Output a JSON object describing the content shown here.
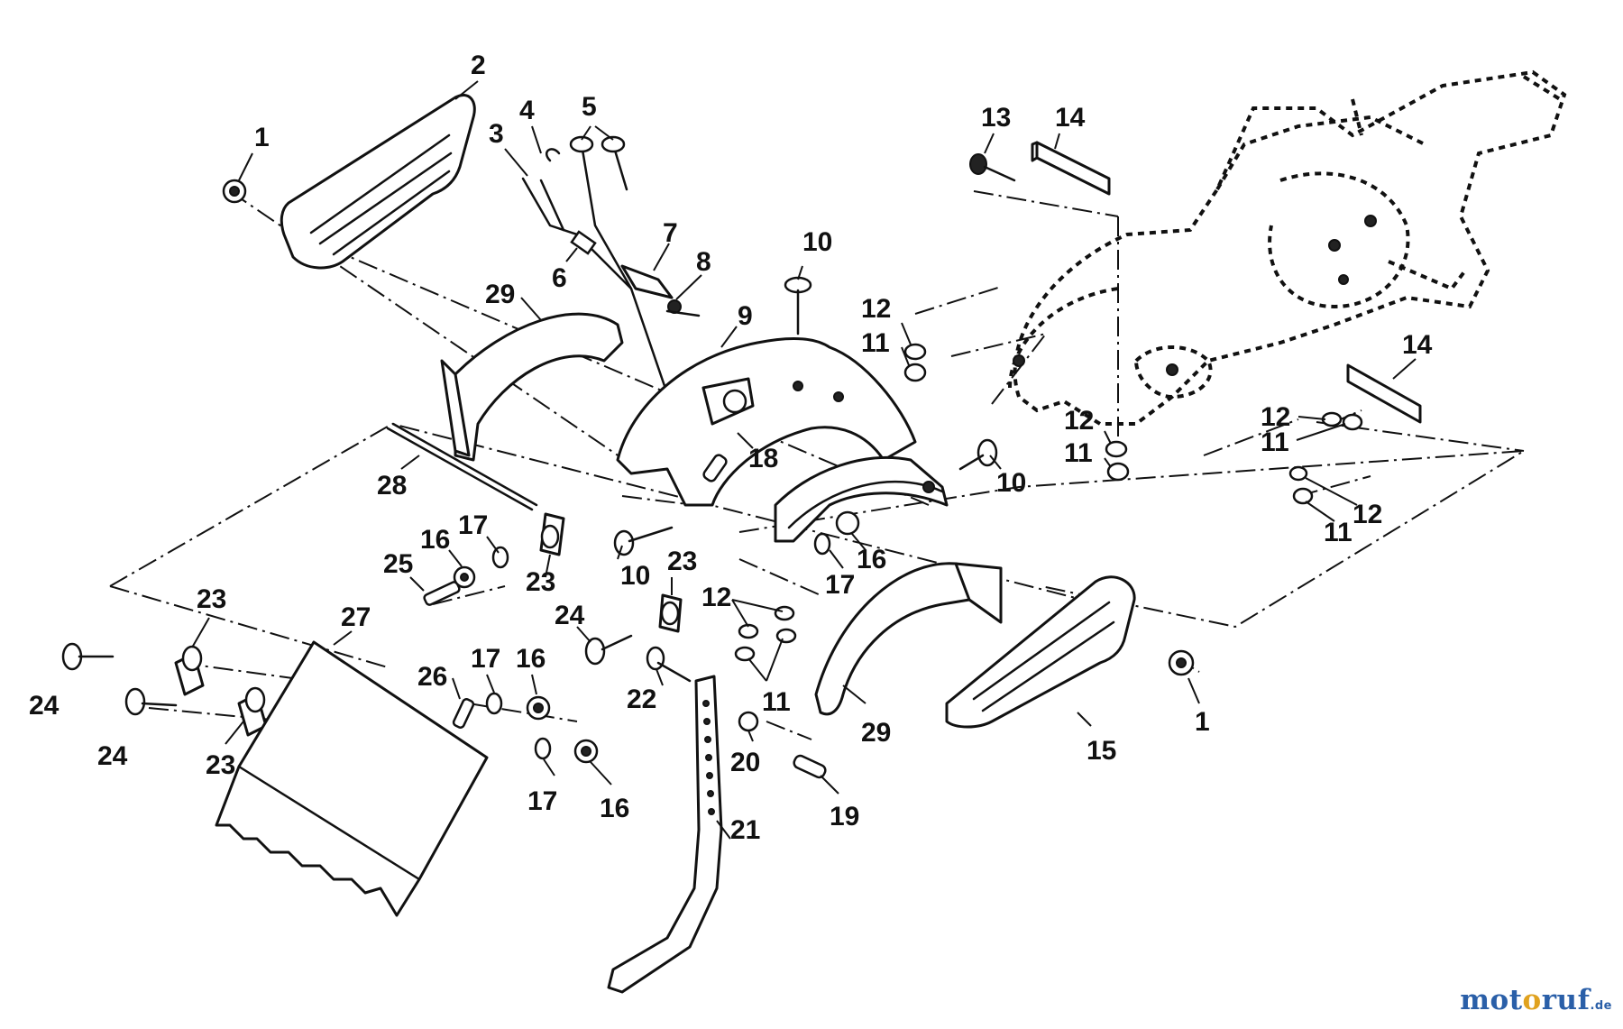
{
  "diagram": {
    "callouts": [
      {
        "id": "c1a",
        "text": "1"
      },
      {
        "id": "c2",
        "text": "2"
      },
      {
        "id": "c3",
        "text": "3"
      },
      {
        "id": "c4",
        "text": "4"
      },
      {
        "id": "c5",
        "text": "5"
      },
      {
        "id": "c6",
        "text": "6"
      },
      {
        "id": "c7",
        "text": "7"
      },
      {
        "id": "c8",
        "text": "8"
      },
      {
        "id": "c29a",
        "text": "29"
      },
      {
        "id": "c9",
        "text": "9"
      },
      {
        "id": "c10a",
        "text": "10"
      },
      {
        "id": "c18",
        "text": "18"
      },
      {
        "id": "c10b",
        "text": "10"
      },
      {
        "id": "c10c",
        "text": "10"
      },
      {
        "id": "c28",
        "text": "28"
      },
      {
        "id": "c17a",
        "text": "17"
      },
      {
        "id": "c16a",
        "text": "16"
      },
      {
        "id": "c25",
        "text": "25"
      },
      {
        "id": "c23a",
        "text": "23"
      },
      {
        "id": "c23b",
        "text": "23"
      },
      {
        "id": "c23c",
        "text": "23"
      },
      {
        "id": "c23d",
        "text": "23"
      },
      {
        "id": "c24a",
        "text": "24"
      },
      {
        "id": "c24b",
        "text": "24"
      },
      {
        "id": "c24c",
        "text": "24"
      },
      {
        "id": "c27",
        "text": "27"
      },
      {
        "id": "c26",
        "text": "26"
      },
      {
        "id": "c17b",
        "text": "17"
      },
      {
        "id": "c16b",
        "text": "16"
      },
      {
        "id": "c17c",
        "text": "17"
      },
      {
        "id": "c16c",
        "text": "16"
      },
      {
        "id": "c22",
        "text": "22"
      },
      {
        "id": "c20",
        "text": "20"
      },
      {
        "id": "c19",
        "text": "19"
      },
      {
        "id": "c21",
        "text": "21"
      },
      {
        "id": "c12a",
        "text": "12"
      },
      {
        "id": "c11a",
        "text": "11"
      },
      {
        "id": "c17d",
        "text": "17"
      },
      {
        "id": "c16d",
        "text": "16"
      },
      {
        "id": "c29b",
        "text": "29"
      },
      {
        "id": "c15",
        "text": "15"
      },
      {
        "id": "c1b",
        "text": "1"
      },
      {
        "id": "c13",
        "text": "13"
      },
      {
        "id": "c14a",
        "text": "14"
      },
      {
        "id": "c12b",
        "text": "12"
      },
      {
        "id": "c11b",
        "text": "11"
      },
      {
        "id": "c12c",
        "text": "12"
      },
      {
        "id": "c11c",
        "text": "11"
      },
      {
        "id": "c14b",
        "text": "14"
      },
      {
        "id": "c12d",
        "text": "12"
      },
      {
        "id": "c11d",
        "text": "11"
      },
      {
        "id": "c12e",
        "text": "12"
      },
      {
        "id": "c11e",
        "text": "11"
      }
    ]
  },
  "watermark": {
    "part1": "mot",
    "part2": "o",
    "part3": "ruf",
    "tld": ".de"
  }
}
